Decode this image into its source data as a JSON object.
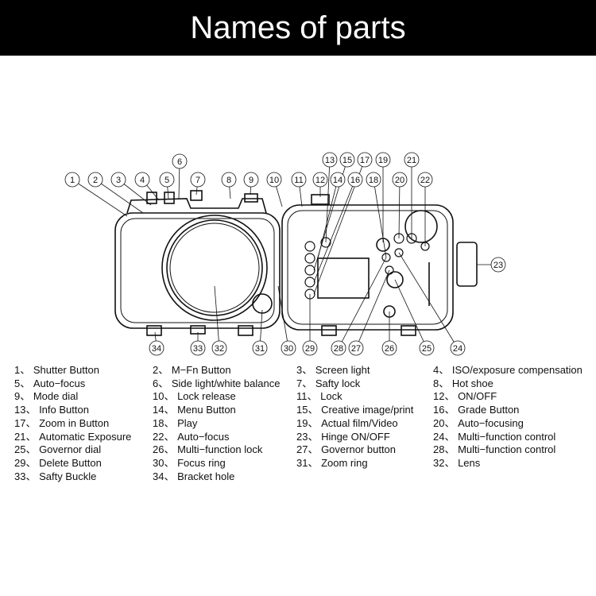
{
  "header": {
    "title": "Names of parts"
  },
  "parts": [
    "Shutter Button",
    "M−Fn Button",
    "Screen light",
    "ISO/exposure compensation",
    "Auto−focus",
    "Side light/white balance",
    "Safty lock",
    "Hot shoe",
    "Mode dial",
    "Lock release",
    "Lock",
    "ON/OFF",
    "Info Button",
    "Menu Button",
    "Creative image/print",
    "Grade Button",
    "Zoom in Button",
    "Play",
    "Actual film/Video",
    "Auto−focusing",
    "Automatic Exposure",
    "Auto−focus",
    "Hinge ON/OFF",
    "Multi−function control",
    "Governor dial",
    "Multi−function lock",
    "Governor  button",
    "Multi−function control",
    "Delete Button",
    "Focus ring",
    "Zoom ring",
    "Lens",
    "Safty Buckle",
    "Bracket hole"
  ],
  "separator": "、"
}
